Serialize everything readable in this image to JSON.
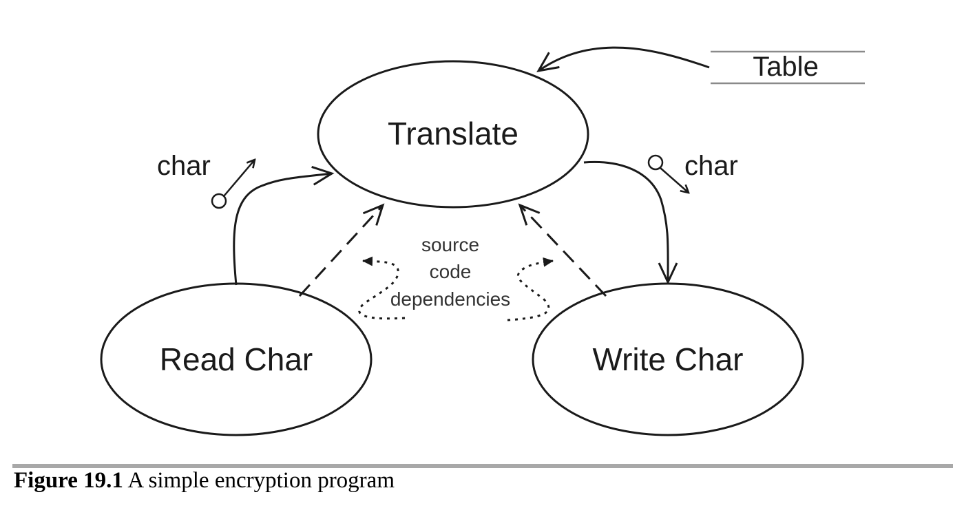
{
  "diagram": {
    "nodes": {
      "translate": "Translate",
      "read_char": "Read Char",
      "write_char": "Write Char",
      "table": "Table"
    },
    "flows": {
      "char_in": "char",
      "char_out": "char"
    },
    "note": {
      "line1": "source",
      "line2": "code",
      "line3": "dependencies"
    }
  },
  "caption": {
    "number": "Figure 19.1",
    "text": " A simple encryption program"
  }
}
